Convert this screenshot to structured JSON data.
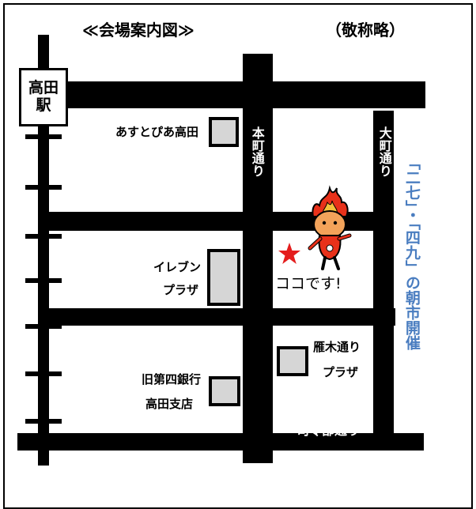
{
  "header": {
    "title": "≪会場案内図≫",
    "note": "（敬称略）"
  },
  "station": {
    "label": "高田駅"
  },
  "roads": {
    "honcho": "本町通り",
    "ohmachi": "大町通り",
    "shireibu": "司令部通り"
  },
  "buildings": {
    "asutopia": "あすとぴあ高田",
    "eleven_line1": "イレブン",
    "eleven_line2": "プラザ",
    "gangi_line1": "雁木通り",
    "gangi_line2": "プラザ",
    "daishi_line1": "旧第四銀行",
    "daishi_line2": "高田支店"
  },
  "marker": {
    "here": "ココです!"
  },
  "market": {
    "label": "「二七」・「四九」の朝市開催"
  },
  "colors": {
    "road": "#000000",
    "building": "#d6d6d6",
    "star": "#e41d1d",
    "market": "#4a7dc0",
    "mascot_flame": "#e8311a",
    "mascot_face": "#f3a35a"
  },
  "icons": {
    "star": "star-icon",
    "mascot": "flame-mascot-icon"
  }
}
